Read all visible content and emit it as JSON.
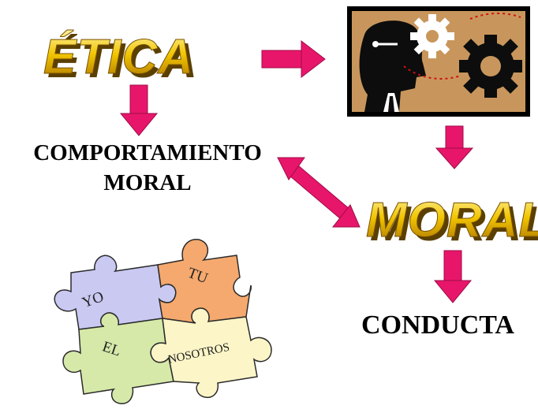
{
  "diagram": {
    "etica": "ÉTICA",
    "moral": "MORAL",
    "comportamiento_line1": "COMPORTAMIENTO",
    "comportamiento_line2": "MORAL",
    "conducta": "CONDUCTA",
    "puzzle": {
      "yo": "YO",
      "tu": "TU",
      "el": "EL",
      "nosotros": "NOSOTROS"
    },
    "image_alt": "mind-and-gears-illustration"
  },
  "colors": {
    "arrow": "#e8166b",
    "title_gold": "#e3b400",
    "title_shadow": "#5a3f00",
    "piece_yo": "#c9c9f2",
    "piece_tu": "#f5a96e",
    "piece_el": "#d6e9a9",
    "piece_nosotros": "#fbf5c7",
    "illustration_bg": "#c8965c"
  }
}
